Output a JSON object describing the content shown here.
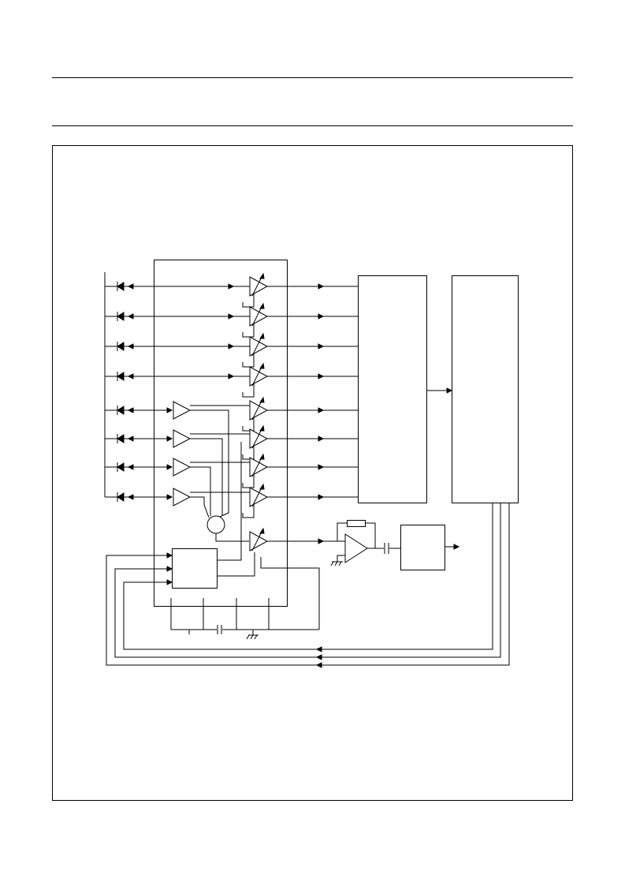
{
  "page": {
    "header_rules": 2,
    "figure_frame": true
  },
  "diagram": {
    "type": "block schematic",
    "photodiode_inputs": 8,
    "input_buffer_amplifiers": 4,
    "variable_gain_amplifiers": 9,
    "ink_color": "#000000",
    "background_color": "#ffffff"
  }
}
